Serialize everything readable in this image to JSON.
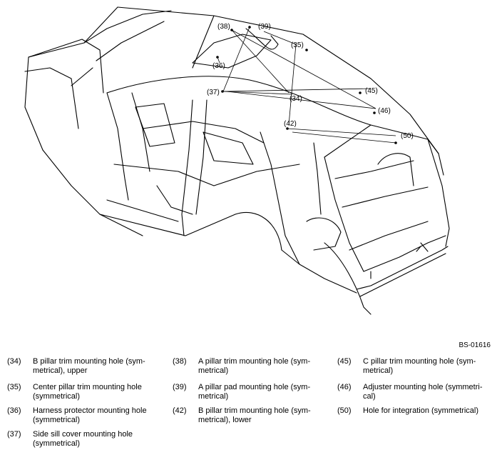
{
  "figure_code": "BS-01616",
  "callouts": [
    "(34)",
    "(35)",
    "(36)",
    "(37)",
    "(38)",
    "(39)",
    "(42)",
    "(45)",
    "(46)",
    "(50)"
  ],
  "legend": [
    {
      "num": "(34)",
      "desc": "B pillar trim mounting hole (sym-\nmetrical), upper"
    },
    {
      "num": "(35)",
      "desc": "Center pillar trim mounting hole\n(symmetrical)"
    },
    {
      "num": "(36)",
      "desc": "Harness protector mounting hole\n(symmetrical)"
    },
    {
      "num": "(37)",
      "desc": "Side sill cover mounting hole\n(symmetrical)"
    },
    {
      "num": "(38)",
      "desc": "A pillar trim mounting hole (sym-\nmetrical)"
    },
    {
      "num": "(39)",
      "desc": "A pillar pad mounting hole (sym-\nmetrical)"
    },
    {
      "num": "(42)",
      "desc": "B pillar trim mounting hole (sym-\nmetrical), lower"
    },
    {
      "num": "(45)",
      "desc": "C pillar trim mounting hole (sym-\nmetrical)"
    },
    {
      "num": "(46)",
      "desc": "Adjuster mounting hole (symmetri-\ncal)"
    },
    {
      "num": "(50)",
      "desc": "Hole for integration (symmetrical)"
    }
  ]
}
